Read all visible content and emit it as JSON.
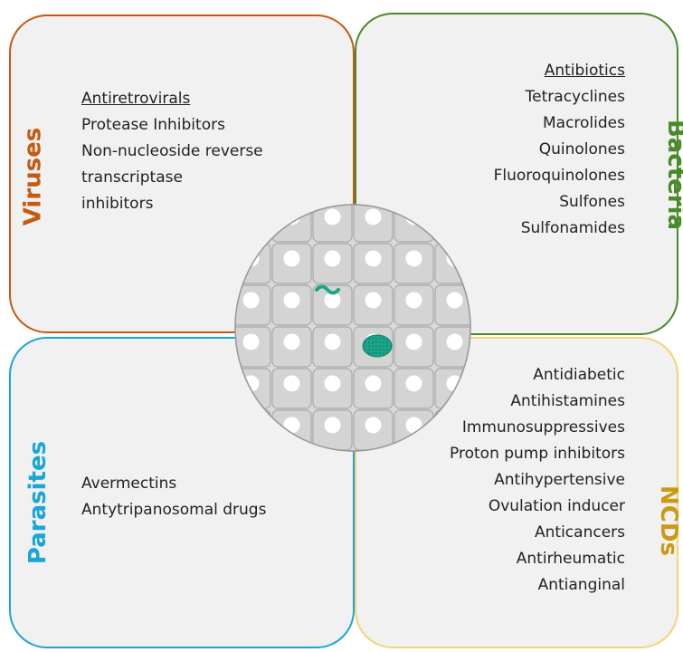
{
  "quadrants": {
    "viruses": {
      "title": "Viruses",
      "header": "Antiretrovirals",
      "items": [
        "Protease Inhibitors",
        "Non-nucleoside reverse",
        "transcriptase",
        "inhibitors"
      ]
    },
    "bacteria": {
      "title": "Bacteria",
      "header": "Antibiotics",
      "items": [
        "Tetracyclines",
        "Macrolides",
        "Quinolones",
        "Fluoroquinolones",
        "Sulfones",
        "Sulfonamides"
      ]
    },
    "parasites": {
      "title": "Parasites",
      "items": [
        "Avermectins",
        "Antytripanosomal drugs"
      ]
    },
    "ncds": {
      "title": "NCDs",
      "items": [
        "Antidiabetic",
        "Antihistamines",
        "Immunosuppressives",
        "Proton pump inhibitors",
        "Antihypertensive",
        "Ovulation inducer",
        "Anticancers",
        "Antirheumatic",
        "Antianginal"
      ]
    }
  },
  "colors": {
    "viruses": "#c55a11",
    "bacteria": "#4a8a2a",
    "parasites": "#1aa6d6",
    "ncds": "#c99a12",
    "pathogen": "#1aa58a"
  }
}
